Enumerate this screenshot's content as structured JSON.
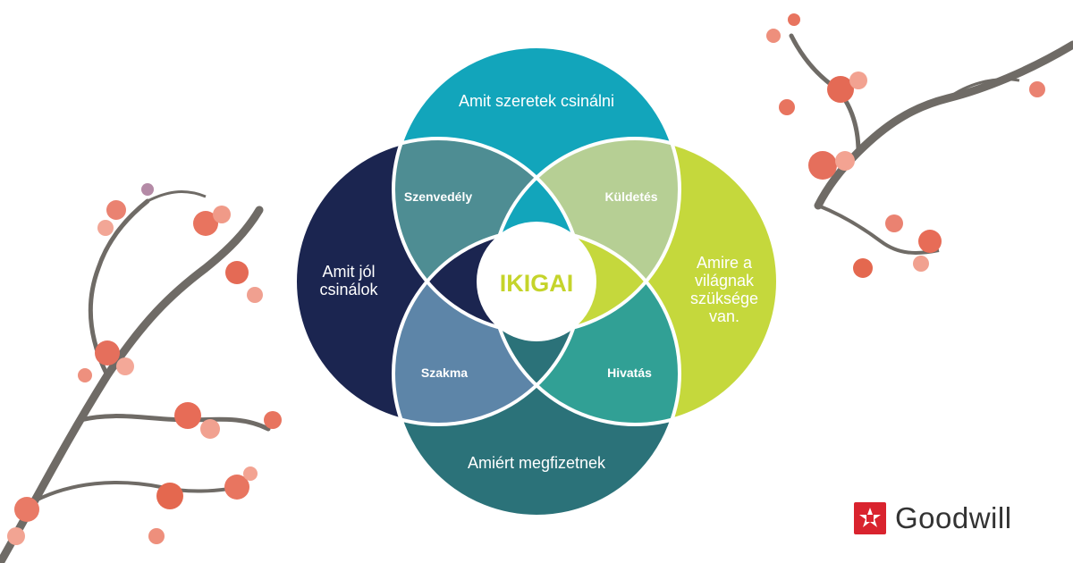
{
  "diagram": {
    "center": "IKIGAI",
    "circles": {
      "top": "Amit szeretek csinálni",
      "left_line1": "Amit jól",
      "left_line2": "csinálok",
      "right_line1": "Amire a",
      "right_line2": "világnak",
      "right_line3": "szüksége",
      "right_line4": "van.",
      "bottom": "Amiért megfizetnek"
    },
    "overlaps": {
      "top_left": "Szenvedély",
      "top_right": "Küldetés",
      "bottom_left": "Szakma",
      "bottom_right": "Hivatás"
    }
  },
  "colors": {
    "top": "#12a5bb",
    "left": "#1b2550",
    "right": "#c5d83c",
    "bottom": "#2b7279",
    "passion": "#4e8d93",
    "mission": "#b6cf94",
    "profession": "#5d85a8",
    "vocation": "#31a095",
    "center_text": "#c5d42b"
  },
  "brand": {
    "name": "Goodwill"
  }
}
